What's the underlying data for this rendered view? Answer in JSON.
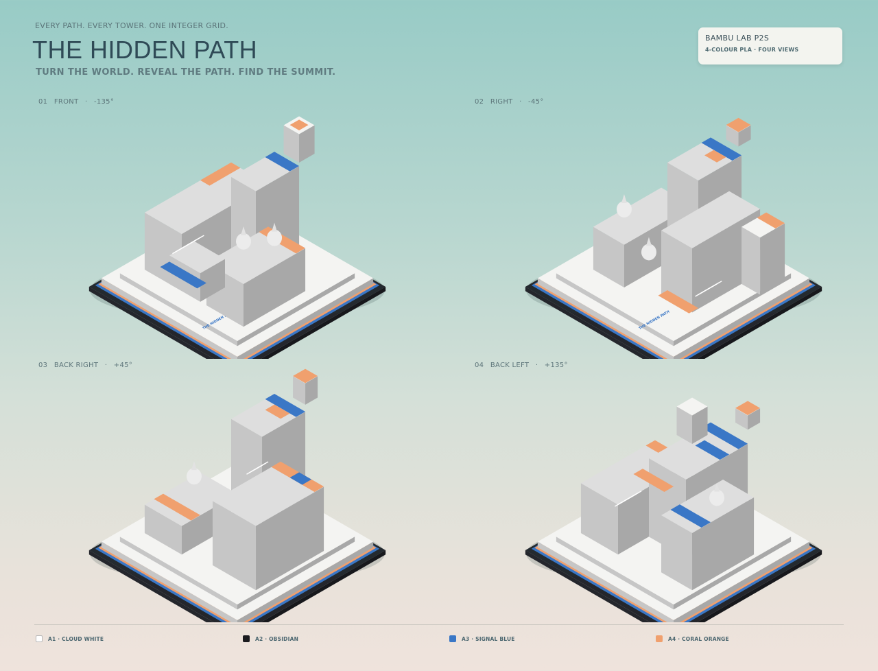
{
  "header": {
    "kicker": "EVERY PATH. EVERY TOWER. ONE INTEGER GRID.",
    "title": "THE HIDDEN PATH",
    "subtitle": "TURN THE WORLD. REVEAL THE PATH. FIND THE SUMMIT."
  },
  "badge": {
    "printer": "BAMBU LAB  P2S",
    "description": "4-COLOUR PLA · FOUR VIEWS"
  },
  "views": [
    {
      "num": "01",
      "name": "FRONT",
      "sep": "·",
      "angle": "-135°",
      "plaque": "THE HIDDEN PATH"
    },
    {
      "num": "02",
      "name": "RIGHT",
      "sep": "·",
      "angle": "-45°",
      "plaque": "THE HIDDEN PATH"
    },
    {
      "num": "03",
      "name": "BACK RIGHT",
      "sep": "·",
      "angle": "+45°",
      "plaque": ""
    },
    {
      "num": "04",
      "name": "BACK LEFT",
      "sep": "·",
      "angle": "+135°",
      "plaque": ""
    }
  ],
  "legend": [
    {
      "label": "A1 · CLOUD WHITE",
      "color": "#ffffff"
    },
    {
      "label": "A2 · OBSIDIAN",
      "color": "#1b1b1f"
    },
    {
      "label": "A3 · SIGNAL BLUE",
      "color": "#3a77c6"
    },
    {
      "label": "A4 · CORAL ORANGE",
      "color": "#f0a06e"
    }
  ],
  "colors": {
    "white": "#f4f4f2",
    "light_grey": "#dedede",
    "mid_grey": "#c6c6c6",
    "dark_grey": "#a8a8a8",
    "obsidian": "#24262c",
    "blue": "#3a77c6",
    "orange": "#f0a06e"
  }
}
